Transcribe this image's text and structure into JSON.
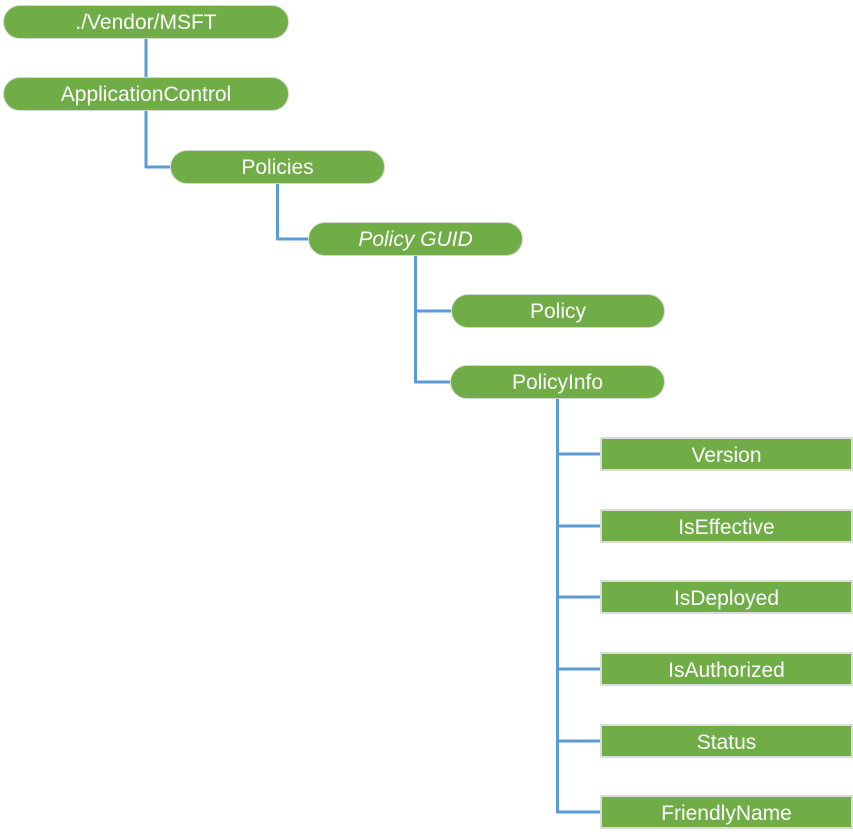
{
  "diagram": {
    "title": "ApplicationControl CSP node tree",
    "colors": {
      "node_fill": "#70AD47",
      "node_text": "#FFFFFF",
      "connector": "#5B9BD5",
      "rect_border": "#DCDCDC",
      "background": "#FFFFFF"
    },
    "nodes": [
      {
        "id": "vendor-msft",
        "label": "./Vendor/MSFT",
        "shape": "pill",
        "italic": false,
        "parent": null
      },
      {
        "id": "application-control",
        "label": "ApplicationControl",
        "shape": "pill",
        "italic": false,
        "parent": "vendor-msft"
      },
      {
        "id": "policies",
        "label": "Policies",
        "shape": "pill",
        "italic": false,
        "parent": "application-control"
      },
      {
        "id": "policy-guid",
        "label": "Policy GUID",
        "shape": "pill",
        "italic": true,
        "parent": "policies"
      },
      {
        "id": "policy",
        "label": "Policy",
        "shape": "pill",
        "italic": false,
        "parent": "policy-guid"
      },
      {
        "id": "policy-info",
        "label": "PolicyInfo",
        "shape": "pill",
        "italic": false,
        "parent": "policy-guid"
      },
      {
        "id": "version",
        "label": "Version",
        "shape": "rect",
        "italic": false,
        "parent": "policy-info"
      },
      {
        "id": "is-effective",
        "label": "IsEffective",
        "shape": "rect",
        "italic": false,
        "parent": "policy-info"
      },
      {
        "id": "is-deployed",
        "label": "IsDeployed",
        "shape": "rect",
        "italic": false,
        "parent": "policy-info"
      },
      {
        "id": "is-authorized",
        "label": "IsAuthorized",
        "shape": "rect",
        "italic": false,
        "parent": "policy-info"
      },
      {
        "id": "status",
        "label": "Status",
        "shape": "rect",
        "italic": false,
        "parent": "policy-info"
      },
      {
        "id": "friendly-name",
        "label": "FriendlyName",
        "shape": "rect",
        "italic": false,
        "parent": "policy-info"
      }
    ]
  }
}
